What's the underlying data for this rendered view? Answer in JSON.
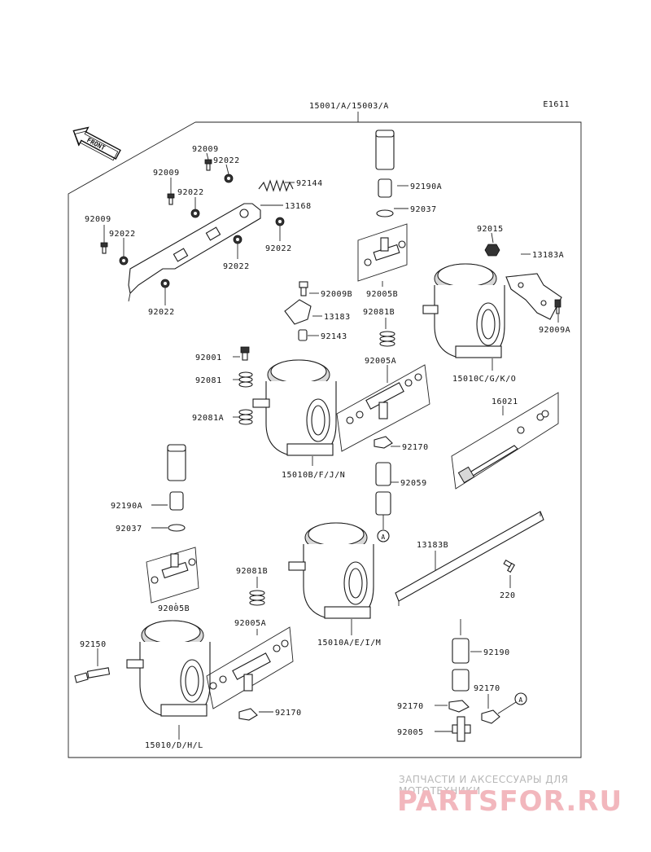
{
  "diagram_code": "E1611",
  "assembly_label": "15001/A/15003/A",
  "front_label": "FRONT",
  "callouts": {
    "c92009a": "92009",
    "c92022a": "92022",
    "c92009b": "92009",
    "c92022b": "92022",
    "c92144": "92144",
    "c13168": "13168",
    "c92009c": "92009",
    "c92022c": "92022",
    "c92022d": "92022",
    "c92022e": "92022",
    "c92022f": "92022",
    "c92190a_top": "92190A",
    "c92037_top": "92037",
    "c92005b_top": "92005B",
    "c92015": "92015",
    "c13183a": "13183A",
    "c92009a_r": "92009A",
    "c92009b_mid": "92009B",
    "c13183": "13183",
    "c92081b_top": "92081B",
    "c92143": "92143",
    "c92001": "92001",
    "c92081": "92081",
    "c92081a": "92081A",
    "c92005a_top": "92005A",
    "c15010c": "15010C/G/K/O",
    "c16021": "16021",
    "c15010b": "15010B/F/J/N",
    "c92170_top": "92170",
    "c92059": "92059",
    "c92190a_bot": "92190A",
    "c92037_bot": "92037",
    "c92005b_bot": "92005B",
    "c13183b": "13183B",
    "c220": "220",
    "c92081b_bot": "92081B",
    "c92005a_bot": "92005A",
    "c15010a": "15010A/E/I/M",
    "c92150": "92150",
    "c92190": "92190",
    "c92170_r": "92170",
    "c92170_l": "92170",
    "c92005": "92005",
    "c92170_bot": "92170",
    "c15010d": "15010/D/H/L",
    "ref_a1": "A",
    "ref_a2": "A"
  },
  "watermark": {
    "tagline": "ЗАПЧАСТИ И АКСЕССУАРЫ ДЛЯ МОТОТЕХНИКИ",
    "logo": "PARTSFOR.RU",
    "color": "#f2b7bd"
  }
}
